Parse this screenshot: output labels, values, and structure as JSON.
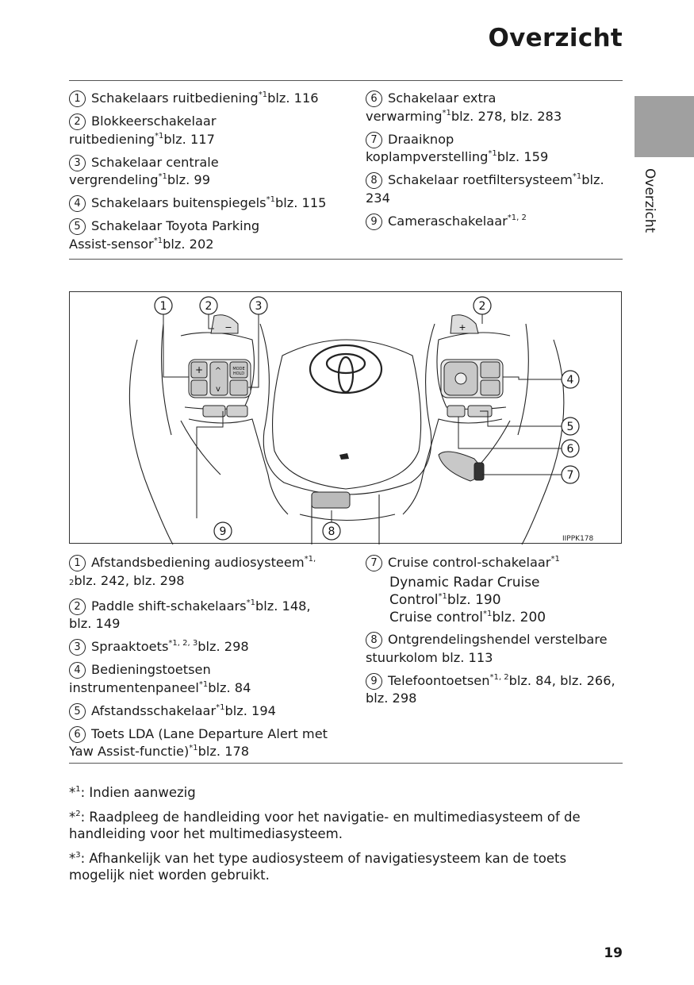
{
  "header": {
    "title": "Overzicht",
    "side_label": "Overzicht"
  },
  "top_list_left": [
    {
      "num": "1",
      "text": "Schakelaars ruitbediening",
      "sup": "*1",
      "ref": "blz. 116"
    },
    {
      "num": "2",
      "text_line1": "Blokkeerschakelaar",
      "text_line2": "ruitbediening",
      "sup": "*1",
      "ref": "blz. 117"
    },
    {
      "num": "3",
      "text_line1": "Schakelaar centrale",
      "text_line2": "vergrendeling",
      "sup": "*1",
      "ref": "blz. 99"
    },
    {
      "num": "4",
      "text": "Schakelaars buitenspiegels",
      "sup": "*1",
      "ref": "blz. 115"
    },
    {
      "num": "5",
      "text_line1": "Schakelaar Toyota Parking",
      "text_line2": "Assist-sensor",
      "sup": "*1",
      "ref": "blz. 202"
    }
  ],
  "top_list_right": [
    {
      "num": "6",
      "text_line1": "Schakelaar extra",
      "text_line2": "verwarming",
      "sup": "*1",
      "ref": "blz. 278, blz. 283"
    },
    {
      "num": "7",
      "text_line1": "Draaiknop",
      "text_line2": "koplampverstelling",
      "sup": "*1",
      "ref": "blz. 159"
    },
    {
      "num": "8",
      "text": "Schakelaar roetfiltersysteem",
      "sup": "*1",
      "ref": "blz. 234"
    },
    {
      "num": "9",
      "text": "Cameraschakelaar",
      "sup": "*1, 2",
      "ref": ""
    }
  ],
  "diagram": {
    "code": "IIPPK178",
    "callouts": [
      "1",
      "2",
      "3",
      "2",
      "4",
      "5",
      "6",
      "7",
      "9",
      "8"
    ],
    "button_labels": {
      "mode": "MODE",
      "hold": "HOLD",
      "plus": "+",
      "minus": "−",
      "up": "^",
      "down": "v"
    }
  },
  "bottom_list_left": [
    {
      "num": "1",
      "text": "Afstandsbediening audiosysteem",
      "sup": "*1,",
      "line2_sub": "2",
      "ref": "blz. 242, blz. 298"
    },
    {
      "num": "2",
      "text": "Paddle shift-schakelaars",
      "sup": "*1",
      "ref_line1": "blz. 148,",
      "ref_line2": "blz. 149"
    },
    {
      "num": "3",
      "text": "Spraaktoets",
      "sup": "*1, 2, 3",
      "ref": "blz. 298"
    },
    {
      "num": "4",
      "text_line1": "Bedieningstoetsen",
      "text_line2": "instrumentenpaneel",
      "sup": "*1",
      "ref": "blz. 84"
    },
    {
      "num": "5",
      "text": "Afstandsschakelaar",
      "sup": "*1",
      "ref": "blz. 194"
    },
    {
      "num": "6",
      "text_line1": "Toets LDA (Lane Departure Alert met",
      "text_line2": "Yaw Assist-functie)",
      "sup": "*1",
      "ref": "blz. 178"
    }
  ],
  "bottom_list_right": [
    {
      "num": "7",
      "text": "Cruise control-schakelaar",
      "sup": "*1",
      "sub1_line1": "Dynamic Radar Cruise",
      "sub1_line2": "Control",
      "sub1_sup": "*1",
      "sub1_ref": "blz. 190",
      "sub2": "Cruise control",
      "sub2_sup": "*1",
      "sub2_ref": "blz. 200"
    },
    {
      "num": "8",
      "text_line1": "Ontgrendelingshendel verstelbare",
      "text_line2": "stuurkolom blz. 113"
    },
    {
      "num": "9",
      "text": "Telefoontoetsen",
      "sup": "*1, 2",
      "ref_line1": "blz. 84, blz. 266,",
      "ref_line2": "blz. 298"
    }
  ],
  "notes": [
    {
      "mark": "*",
      "sup": "1",
      "text": ": Indien aanwezig"
    },
    {
      "mark": "*",
      "sup": "2",
      "text": ": Raadpleeg de handleiding voor het navigatie- en multimediasysteem of de handleiding voor het multimediasysteem."
    },
    {
      "mark": "*",
      "sup": "3",
      "text": ": Afhankelijk van het type audiosysteem of navigatiesysteem kan de toets mogelijk niet worden gebruikt."
    }
  ],
  "page_number": "19"
}
